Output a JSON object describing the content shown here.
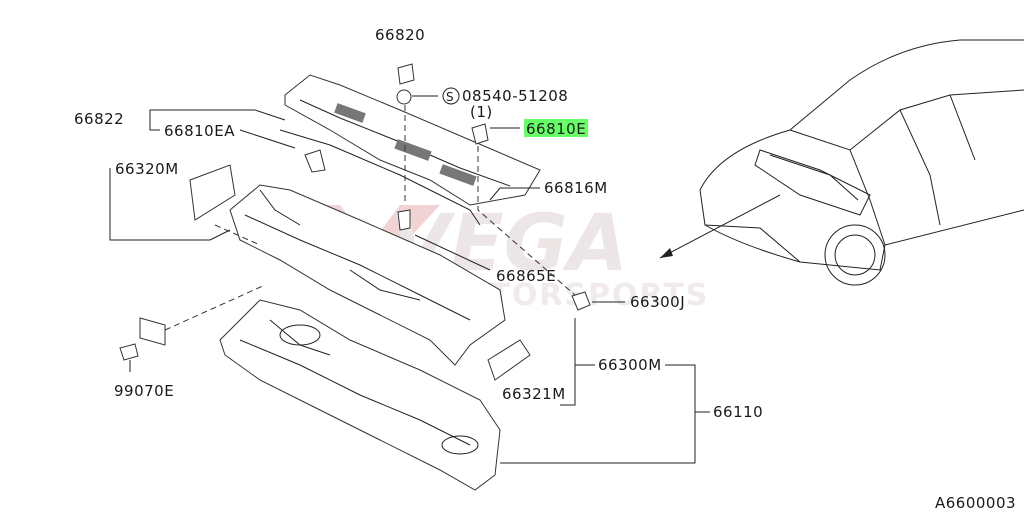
{
  "labels": {
    "p66820": "66820",
    "p08540": "08540-51208",
    "qty": "(1)",
    "p66810E": "66810E",
    "p66822": "66822",
    "p66810EA": "66810EA",
    "p66320M": "66320M",
    "p66816M": "66816M",
    "p66865E": "66865E",
    "p66300J": "66300J",
    "p99070E": "99070E",
    "p66300M": "66300M",
    "p66321M": "66321M",
    "p66110": "66110",
    "code": "A6600003"
  },
  "watermark": {
    "main": "VEGA",
    "sub": "MOTORSPORTS"
  },
  "colors": {
    "highlight": "#66ff66",
    "line": "#222222",
    "watermark": "#d9c6c6"
  },
  "icons": {
    "circled_s": "circled-s-icon"
  }
}
